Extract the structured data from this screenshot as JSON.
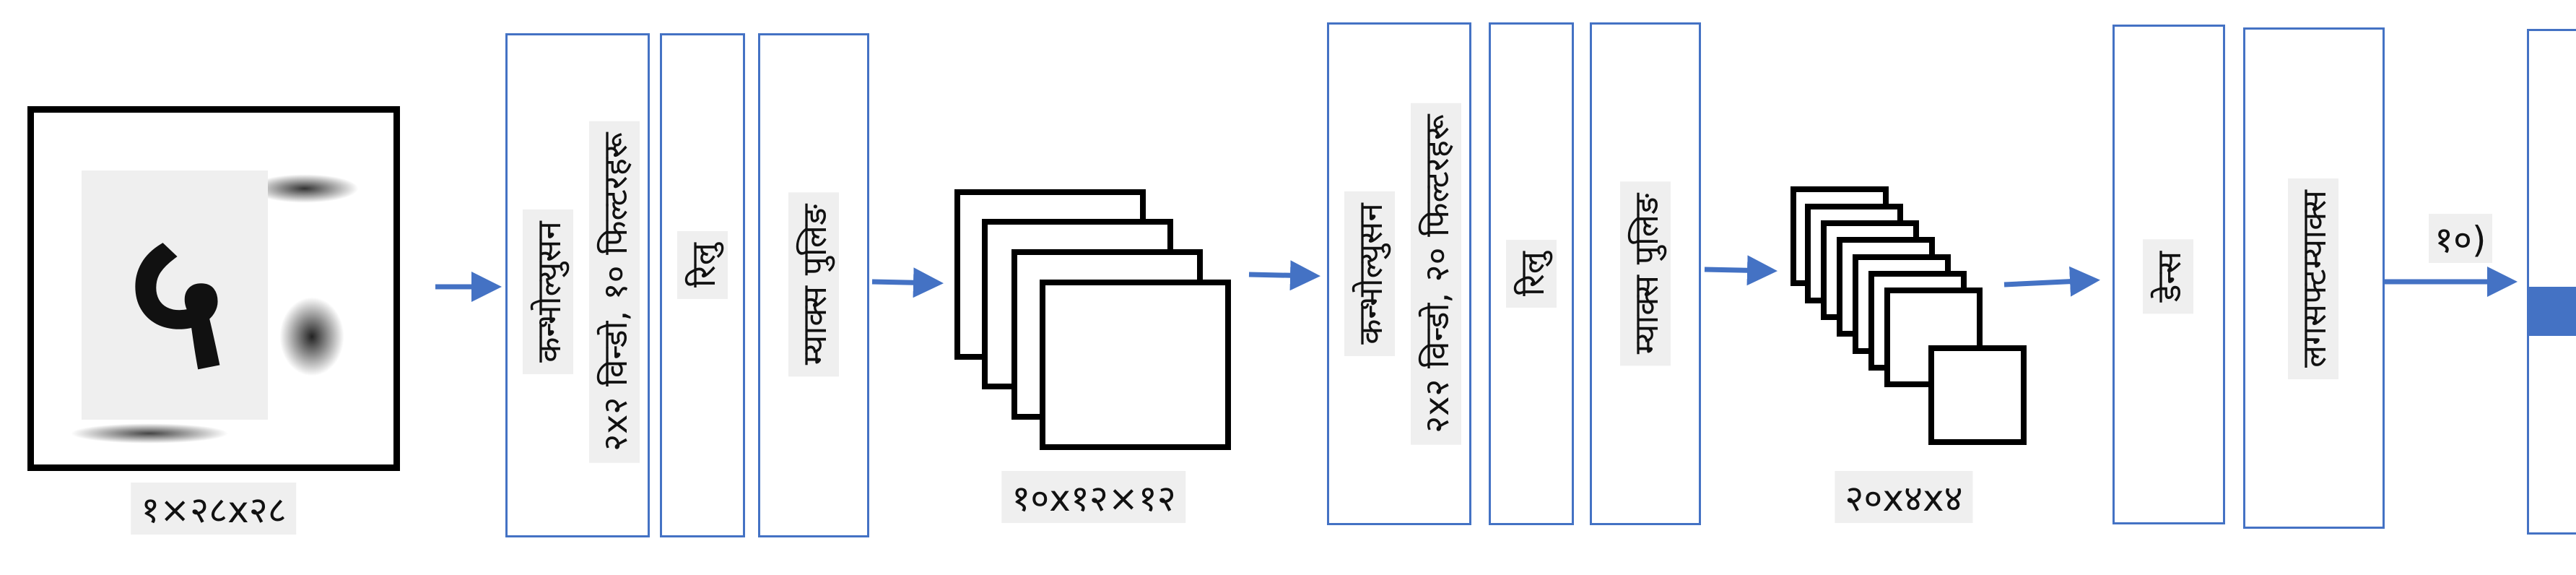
{
  "input": {
    "digit": "५",
    "caption": "१×२८x२८"
  },
  "conv1": {
    "title": "कन्भोल्युसन",
    "params": "२x२ विन्डो, १० फिल्टरहरू"
  },
  "relu1": {
    "label": "रिलु"
  },
  "pool1": {
    "label": "म्याक्स पुलिङ"
  },
  "fmaps1": {
    "caption": "१०x१२×१२",
    "count": 4
  },
  "conv2": {
    "title": "कन्भोल्युसन",
    "params": "२x२ विन्डो, २० फिल्टरहरू"
  },
  "relu2": {
    "label": "रिलु"
  },
  "pool2": {
    "label": "म्याक्स पुलिङ"
  },
  "fmaps2": {
    "caption": "२०x४x४",
    "count": 8
  },
  "dense": {
    "label": "डेन्स"
  },
  "logsoftmax": {
    "label": "लगसफ्टम्याक्स"
  },
  "output": {
    "label": "१०)"
  },
  "colors": {
    "accent": "#4472c4",
    "frame": "#000000"
  }
}
